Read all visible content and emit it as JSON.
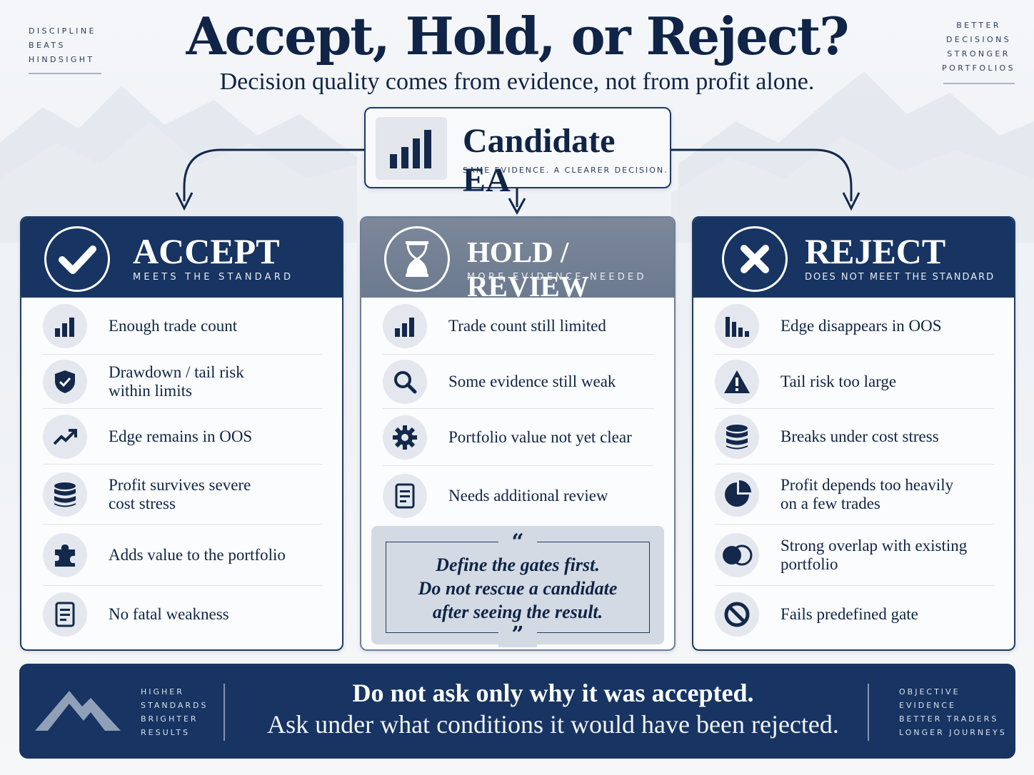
{
  "header": {
    "title": "Accept, Hold, or Reject?",
    "subtitle": "Decision quality comes from evidence, not from profit alone.",
    "left_tagline": [
      "DISCIPLINE",
      "BEATS",
      "HINDSIGHT"
    ],
    "right_tagline": [
      "BETTER",
      "DECISIONS",
      "STRONGER",
      "PORTFOLIOS"
    ]
  },
  "candidate": {
    "title": "Candidate EA",
    "subtitle": "SAME EVIDENCE. A CLEARER DECISION.",
    "icon": "bar-chart-icon"
  },
  "columns": {
    "accept": {
      "title": "ACCEPT",
      "subtitle": "MEETS THE STANDARD",
      "icon": "checkmark-icon",
      "items": [
        {
          "label": "Enough trade count",
          "icon": "bar-chart-icon"
        },
        {
          "label": "Drawdown / tail risk\nwithin limits",
          "icon": "shield-check-icon"
        },
        {
          "label": "Edge remains in OOS",
          "icon": "trend-up-icon"
        },
        {
          "label": "Profit survives severe\ncost stress",
          "icon": "database-icon"
        },
        {
          "label": "Adds value to the portfolio",
          "icon": "puzzle-icon"
        },
        {
          "label": "No fatal weakness",
          "icon": "document-icon"
        }
      ]
    },
    "hold": {
      "title": "HOLD / REVIEW",
      "subtitle": "MORE EVIDENCE NEEDED",
      "icon": "hourglass-icon",
      "items": [
        {
          "label": "Trade count still limited",
          "icon": "bar-chart-icon"
        },
        {
          "label": "Some evidence still weak",
          "icon": "search-icon"
        },
        {
          "label": "Portfolio value not yet clear",
          "icon": "gear-icon"
        },
        {
          "label": "Needs additional review",
          "icon": "document-icon"
        }
      ],
      "quote": {
        "open_mark": "“",
        "close_mark": "”",
        "text": "Define the gates first.\nDo not rescue a candidate\nafter seeing the result."
      }
    },
    "reject": {
      "title": "REJECT",
      "subtitle": "DOES NOT MEET THE STANDARD",
      "icon": "x-icon",
      "items": [
        {
          "label": "Edge disappears in OOS",
          "icon": "declining-bars-icon"
        },
        {
          "label": "Tail risk too large",
          "icon": "warning-icon"
        },
        {
          "label": "Breaks under cost stress",
          "icon": "database-icon"
        },
        {
          "label": "Profit depends too heavily\non a few trades",
          "icon": "pie-chart-icon"
        },
        {
          "label": "Strong overlap with existing\nportfolio",
          "icon": "overlap-circles-icon"
        },
        {
          "label": "Fails predefined gate",
          "icon": "prohibited-icon"
        }
      ]
    }
  },
  "footer": {
    "headline": "Do not ask only why it was accepted.",
    "subline": "Ask under what conditions it would have been rejected.",
    "left_tagline": [
      "HIGHER",
      "STANDARDS",
      "BRIGHTER",
      "RESULTS"
    ],
    "right_tagline": [
      "OBJECTIVE",
      "EVIDENCE",
      "BETTER TRADERS",
      "LONGER JOURNEYS"
    ],
    "icon": "mountain-icon"
  },
  "colors": {
    "navy": "#173462",
    "slate": "#6c7a8f",
    "ink": "#0f2446",
    "icon_bg": "#e4e8ee"
  }
}
